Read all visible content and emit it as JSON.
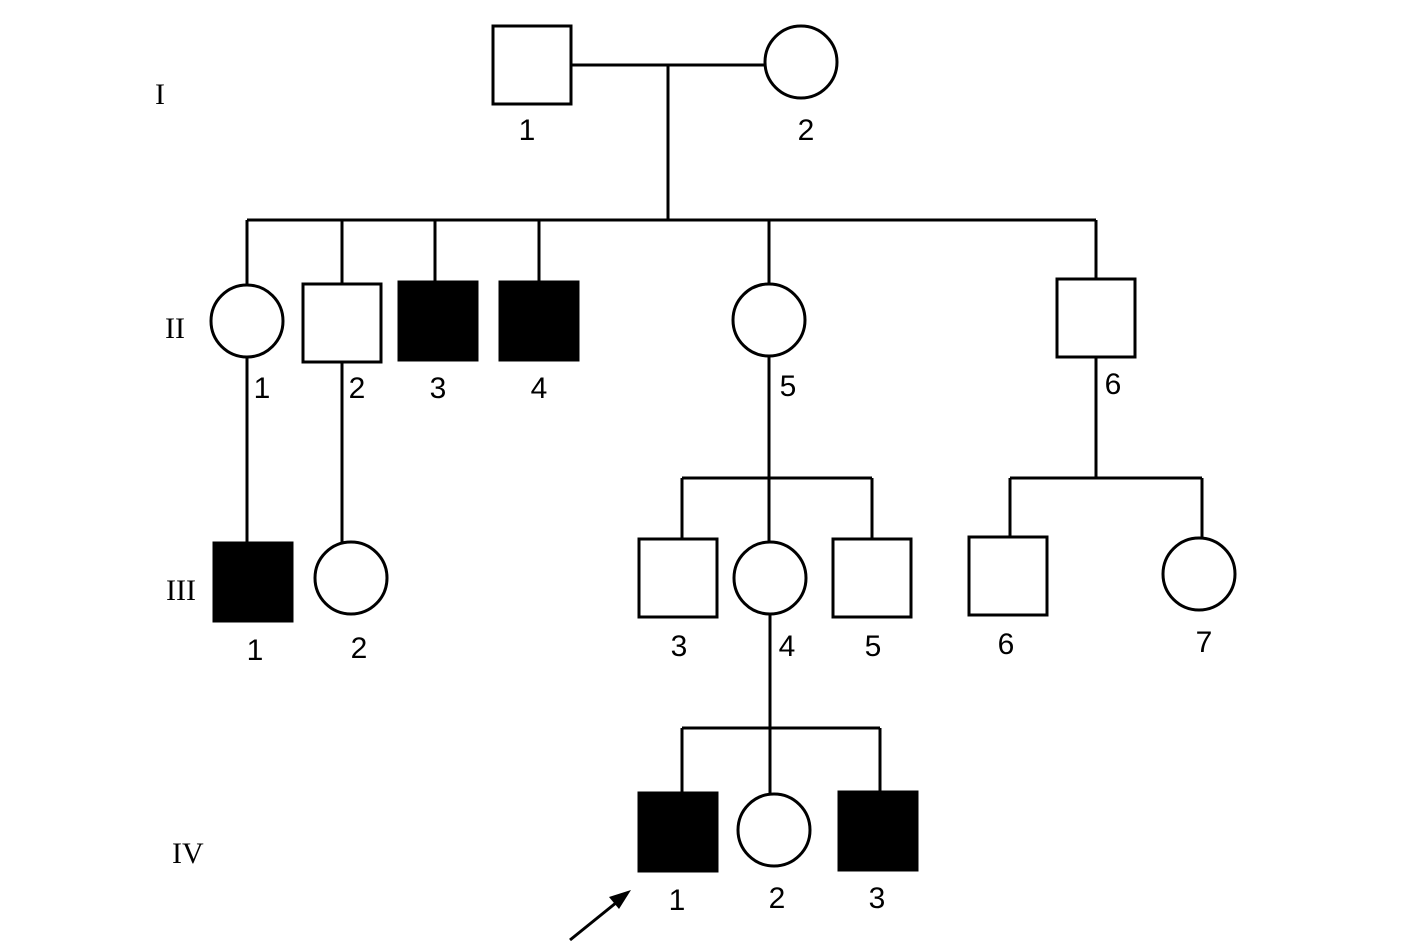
{
  "diagram": {
    "type": "pedigree",
    "colors": {
      "affected": "#000000",
      "unaffected": "#ffffff",
      "line": "#000000"
    },
    "generations": [
      {
        "label": "I",
        "members": [
          {
            "id": "I-1",
            "number": "1",
            "sex": "male",
            "affected": false
          },
          {
            "id": "I-2",
            "number": "2",
            "sex": "female",
            "affected": false
          }
        ]
      },
      {
        "label": "II",
        "members": [
          {
            "id": "II-1",
            "number": "1",
            "sex": "female",
            "affected": false
          },
          {
            "id": "II-2",
            "number": "2",
            "sex": "male",
            "affected": false
          },
          {
            "id": "II-3",
            "number": "3",
            "sex": "male",
            "affected": true
          },
          {
            "id": "II-4",
            "number": "4",
            "sex": "male",
            "affected": true
          },
          {
            "id": "II-5",
            "number": "5",
            "sex": "female",
            "affected": false
          },
          {
            "id": "II-6",
            "number": "6",
            "sex": "male",
            "affected": false
          }
        ]
      },
      {
        "label": "III",
        "members": [
          {
            "id": "III-1",
            "number": "1",
            "sex": "male",
            "affected": true
          },
          {
            "id": "III-2",
            "number": "2",
            "sex": "female",
            "affected": false
          },
          {
            "id": "III-3",
            "number": "3",
            "sex": "male",
            "affected": false
          },
          {
            "id": "III-4",
            "number": "4",
            "sex": "female",
            "affected": false
          },
          {
            "id": "III-5",
            "number": "5",
            "sex": "male",
            "affected": false
          },
          {
            "id": "III-6",
            "number": "6",
            "sex": "male",
            "affected": false
          },
          {
            "id": "III-7",
            "number": "7",
            "sex": "female",
            "affected": false
          }
        ]
      },
      {
        "label": "IV",
        "members": [
          {
            "id": "IV-1",
            "number": "1",
            "sex": "male",
            "affected": true,
            "proband": true
          },
          {
            "id": "IV-2",
            "number": "2",
            "sex": "female",
            "affected": false
          },
          {
            "id": "IV-3",
            "number": "3",
            "sex": "male",
            "affected": true
          }
        ]
      }
    ],
    "relations": {
      "marriages": [
        [
          "I-1",
          "I-2"
        ]
      ],
      "descents": [
        {
          "parents": [
            "I-1",
            "I-2"
          ],
          "children": [
            "II-1",
            "II-2",
            "II-3",
            "II-4",
            "II-5",
            "II-6"
          ]
        },
        {
          "parents": [
            "II-1"
          ],
          "children": [
            "III-1"
          ]
        },
        {
          "parents": [
            "II-2"
          ],
          "children": [
            "III-2"
          ]
        },
        {
          "parents": [
            "II-5"
          ],
          "children": [
            "III-3",
            "III-4",
            "III-5"
          ]
        },
        {
          "parents": [
            "II-6"
          ],
          "children": [
            "III-6",
            "III-7"
          ]
        },
        {
          "parents": [
            "III-4"
          ],
          "children": [
            "IV-1",
            "IV-2",
            "IV-3"
          ]
        }
      ]
    },
    "proband_marker": "arrow-icon"
  }
}
